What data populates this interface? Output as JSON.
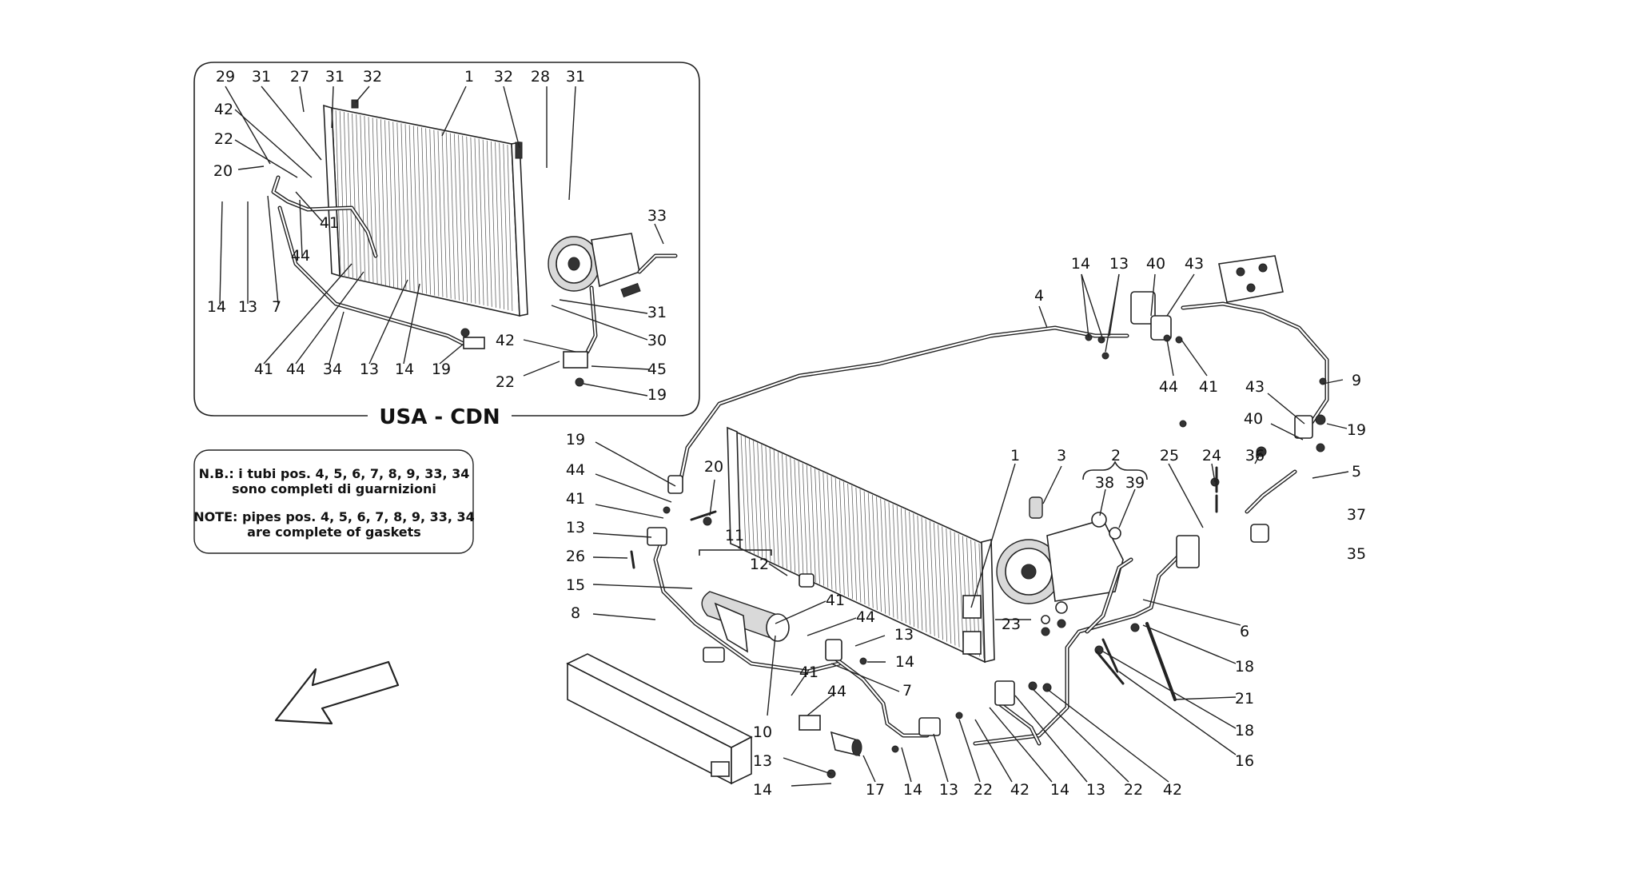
{
  "inset": {
    "title": "USA - CDN",
    "labels": [
      "29",
      "31",
      "27",
      "31",
      "32",
      "1",
      "32",
      "28",
      "31",
      "42",
      "22",
      "20",
      "41",
      "44",
      "33",
      "14",
      "13",
      "7",
      "31",
      "30",
      "41",
      "44",
      "34",
      "13",
      "14",
      "19",
      "42",
      "22",
      "45",
      "19"
    ]
  },
  "note": {
    "it_line1": "N.B.: i tubi pos. 4, 5, 6, 7, 8, 9, 33, 34",
    "it_line2": "sono completi di guarnizioni",
    "en_line1": "NOTE: pipes pos. 4, 5, 6, 7, 8, 9, 33, 34",
    "en_line2": "are complete of gaskets"
  },
  "main": {
    "labels": [
      "4",
      "14",
      "13",
      "40",
      "43",
      "9",
      "44",
      "41",
      "43",
      "19",
      "40",
      "5",
      "19",
      "44",
      "41",
      "13",
      "26",
      "15",
      "8",
      "20",
      "11",
      "12",
      "41",
      "44",
      "13",
      "14",
      "7",
      "41",
      "44",
      "10",
      "13",
      "14",
      "17",
      "14",
      "13",
      "22",
      "42",
      "14",
      "13",
      "22",
      "42",
      "1",
      "3",
      "2",
      "38",
      "39",
      "25",
      "24",
      "36",
      "37",
      "35",
      "23",
      "6",
      "18",
      "21",
      "18",
      "16"
    ]
  },
  "icons": {
    "direction": "direction-arrow-icon"
  }
}
